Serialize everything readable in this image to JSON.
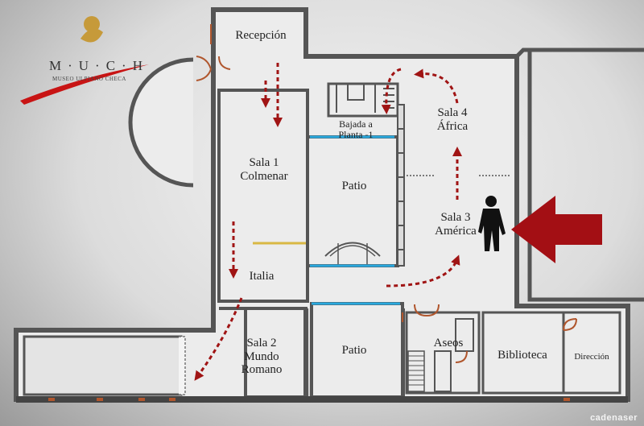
{
  "logo": {
    "initials": "M·U·C·H",
    "subtitle": "MUSEO ULPIANO CHECA"
  },
  "rooms": {
    "recepcion": "Recepción",
    "bajada": "Bajada a\nPlanta -1",
    "sala4": "Sala 4\nÁfrica",
    "sala1": "Sala 1\nColmenar",
    "patio_top": "Patio",
    "sala3": "Sala 3\nAmérica",
    "italia": "Italia",
    "sala2": "Sala 2\nMundo\nRomano",
    "patio_bottom": "Patio",
    "aseos": "Aseos",
    "biblioteca": "Biblioteca",
    "direccion": "Dirección"
  },
  "credit": "cadenaser",
  "colors": {
    "wall": "#5a5a5a",
    "floor": "#ececec",
    "route": "#a01414",
    "window": "#29a9df",
    "door": "#b0562d"
  },
  "icons": [
    "visitor-silhouette-icon",
    "entrance-arrow-icon",
    "route-arrow-icon"
  ]
}
